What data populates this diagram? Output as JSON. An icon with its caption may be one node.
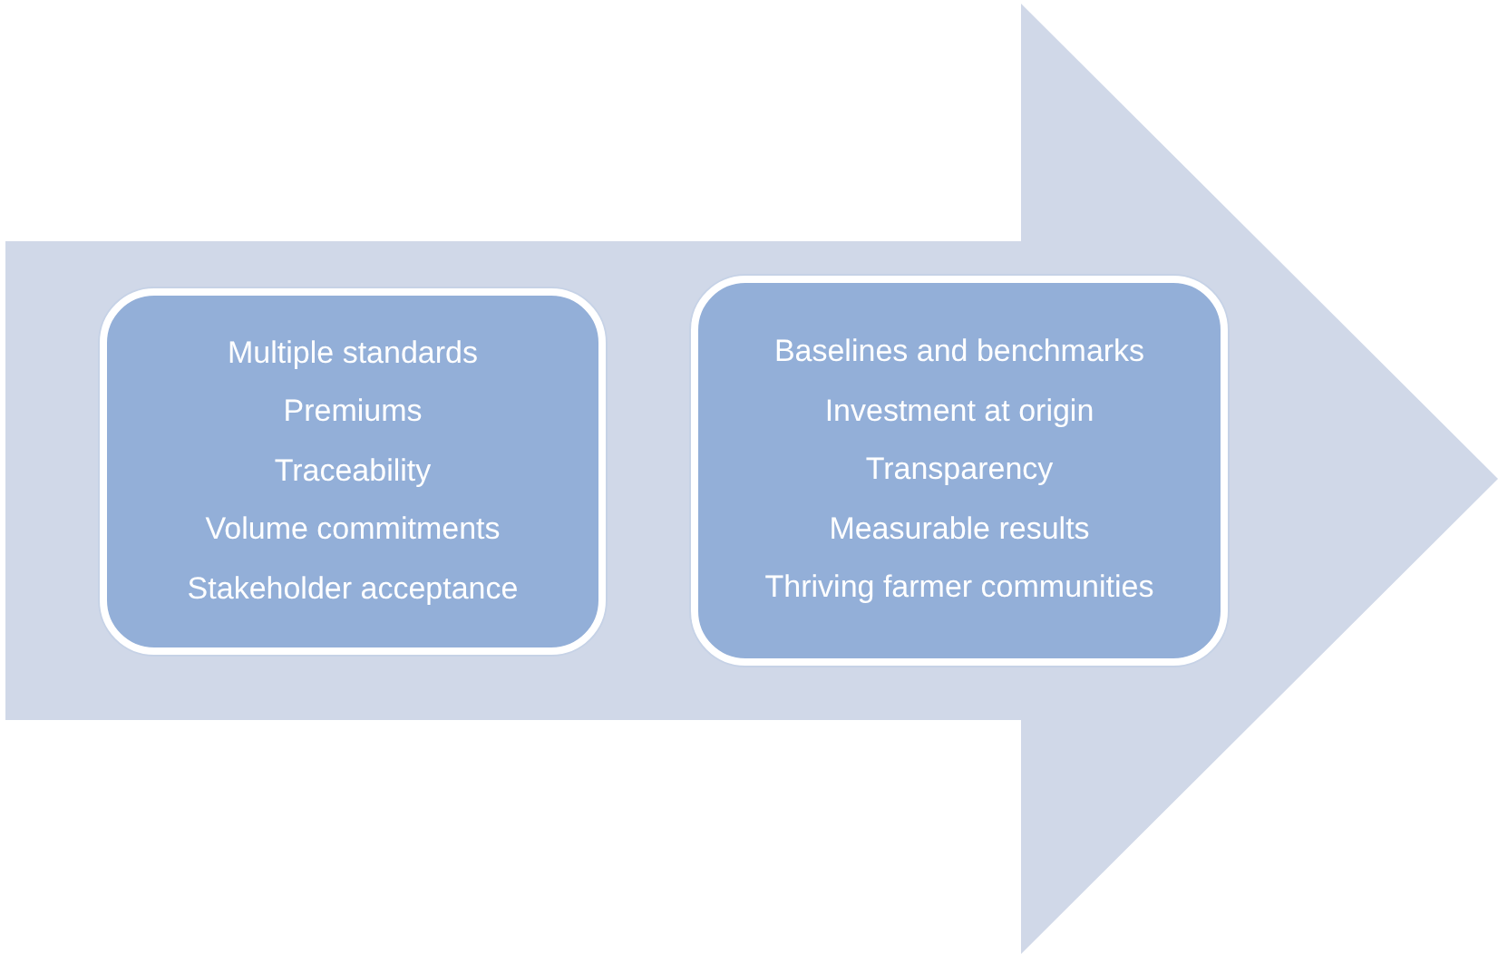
{
  "diagram": {
    "nodes": [
      {
        "text": [],
        "shape": "arrow"
      },
      {
        "text": [
          "Multiple standards",
          "Premiums",
          "Traceability",
          "Volume commitments",
          "Stakeholder acceptance"
        ],
        "in": 0
      },
      {
        "text": [
          "Baselines and benchmarks",
          "Investment at origin",
          "Transparency",
          "Measurable results",
          "Thriving farmer communities"
        ],
        "in": 0
      }
    ]
  }
}
